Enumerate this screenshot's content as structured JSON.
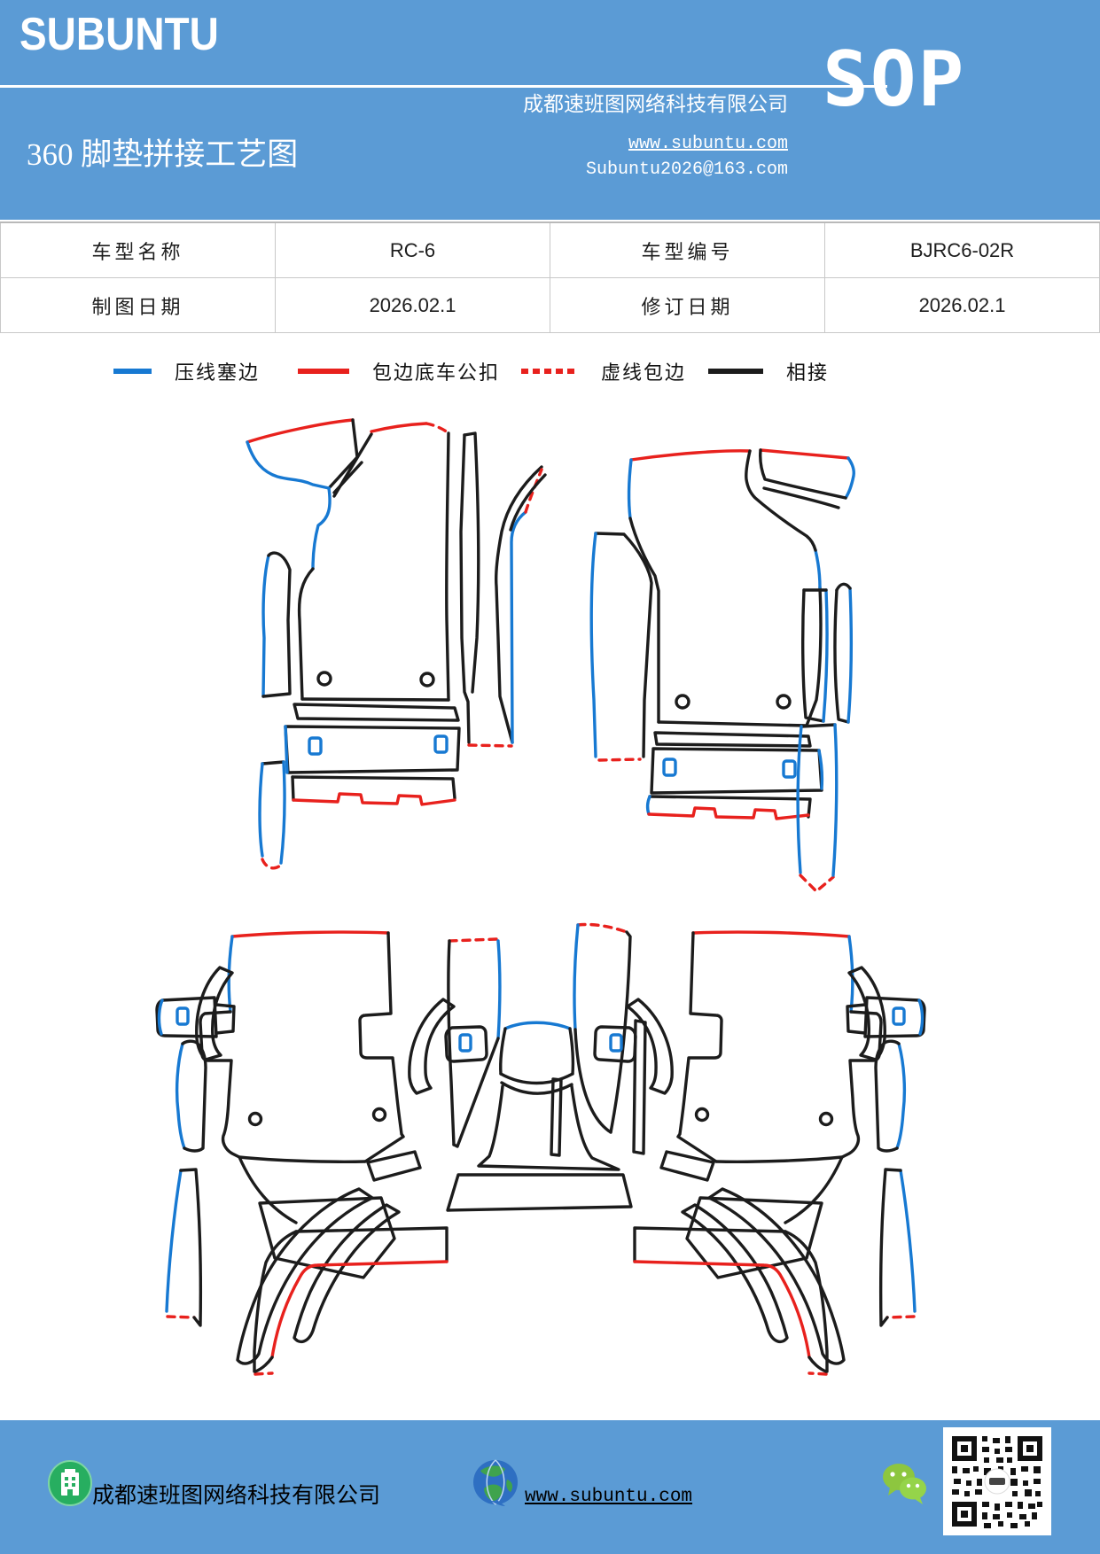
{
  "header": {
    "brand": "SUBUNTU",
    "company": "成都速班图网络科技有限公司",
    "title": "360 脚垫拼接工艺图",
    "website": "www.subuntu.com",
    "email": "Subuntu2026@163.com",
    "sop": "SOP"
  },
  "info_table": {
    "rows": [
      {
        "cells": [
          "车型名称",
          "RC-6",
          "车型编号",
          "BJRC6-02R"
        ]
      },
      {
        "cells": [
          "制图日期",
          "2026.02.1",
          "修订日期",
          "2026.02.1"
        ]
      }
    ]
  },
  "legend": {
    "items": [
      {
        "label": "压线塞边",
        "style": "solid",
        "color": "#1779d2"
      },
      {
        "label": "包边底车公扣",
        "style": "solid",
        "color": "#e8211d"
      },
      {
        "label": "虚线包边",
        "style": "dashed",
        "color": "#e8211d"
      },
      {
        "label": "相接",
        "style": "solid",
        "color": "#1c1c1c"
      }
    ]
  },
  "footer": {
    "company": "成都速班图网络科技有限公司",
    "website": "www.subuntu.com",
    "icons": [
      "building-icon",
      "globe-icon",
      "wechat-icon",
      "qr-code"
    ]
  },
  "colors": {
    "header_blue": "#5b9bd5",
    "line_blue": "#1779d2",
    "line_red": "#e8211d",
    "line_black": "#1c1c1c",
    "table_border": "#c8c8c8",
    "wechat_green": "#8dc63f",
    "logo_green": "#27ae60"
  }
}
